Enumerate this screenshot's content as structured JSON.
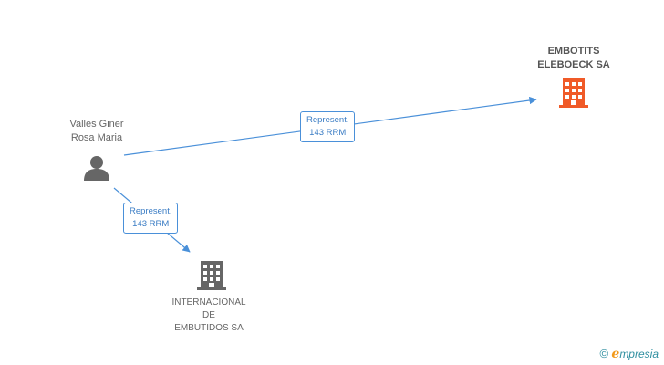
{
  "nodes": {
    "person": {
      "line1": "Valles Giner",
      "line2": "Rosa Maria"
    },
    "company_main": {
      "line1": "EMBOTITS",
      "line2": "ELEBOECK SA",
      "color": "#f05a28"
    },
    "company_other": {
      "line1": "INTERNACIONAL",
      "line2": "DE",
      "line3": "EMBUTIDOS SA",
      "color": "#666666"
    }
  },
  "edges": [
    {
      "line1": "Represent.",
      "line2": "143 RRM"
    },
    {
      "line1": "Represent.",
      "line2": "143 RRM"
    }
  ],
  "colors": {
    "edge": "#4a90d9",
    "person_icon": "#666666"
  },
  "brand": {
    "copyright": "©",
    "initial": "e",
    "name": "mpresia"
  }
}
